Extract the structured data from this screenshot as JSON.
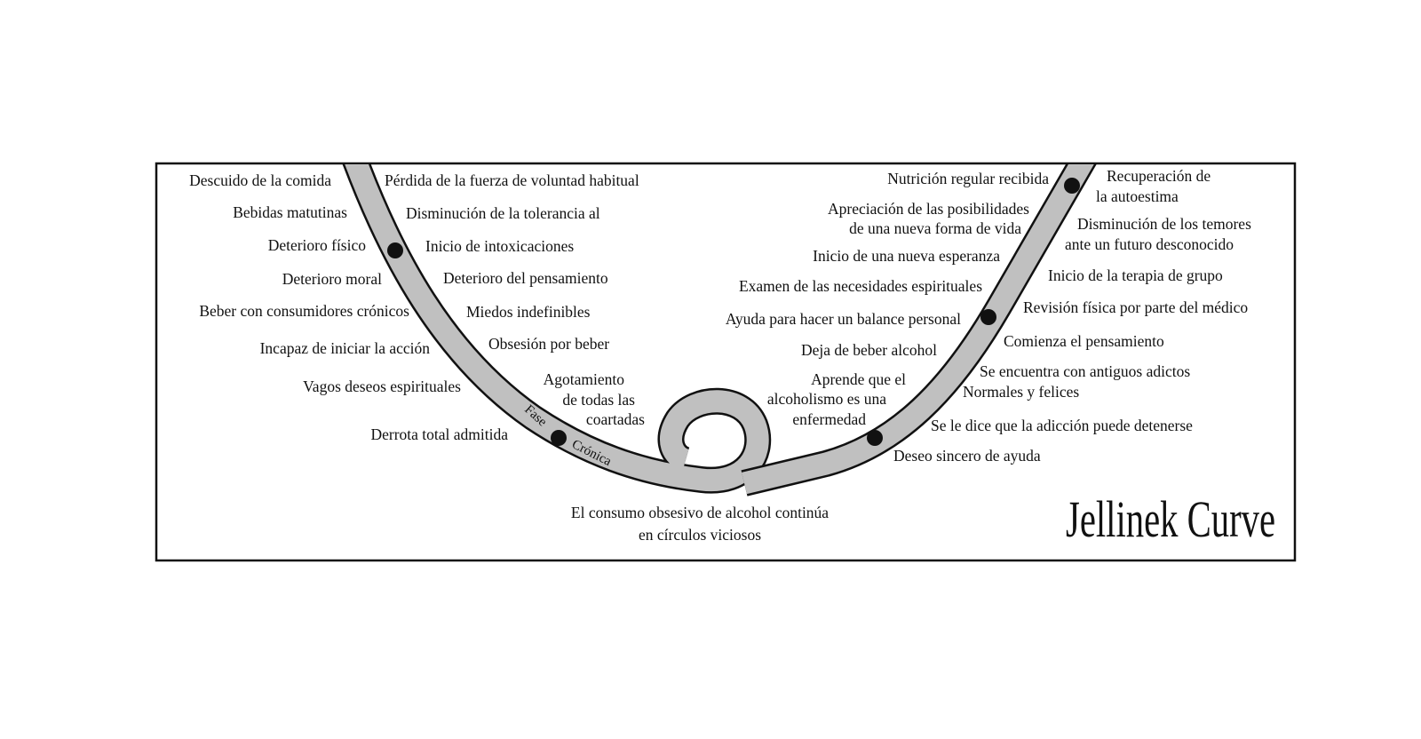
{
  "title": "Jellinek Curve",
  "band_color": "#c0c0c0",
  "phase": {
    "word1": "Fase",
    "word2": "Crónica"
  },
  "descent_left": [
    "Descuido de la comida",
    "Bebidas matutinas",
    "Deterioro físico",
    "Deterioro moral",
    "Beber con consumidores crónicos",
    "Incapaz de iniciar la acción",
    "Vagos deseos espirituales",
    "Derrota total admitida"
  ],
  "descent_right": [
    "Pérdida de la fuerza de voluntad habitual",
    "Disminución de la tolerancia al",
    "Inicio de intoxicaciones",
    "Deterioro del pensamiento",
    "Miedos indefinibles",
    "Obsesión por beber",
    [
      "Agotamiento",
      "de todas las",
      "coartadas"
    ]
  ],
  "bottom": [
    "El consumo obsesivo de alcohol continúa",
    "en círculos viciosos"
  ],
  "recovery_left": [
    "Nutrición regular recibida",
    [
      "Apreciación de las posibilidades",
      "de una nueva forma de vida"
    ],
    "Inicio de una nueva esperanza",
    "Examen de las necesidades espirituales",
    "Ayuda para hacer un balance personal",
    "Deja de beber alcohol",
    [
      "Aprende que el",
      "alcoholismo es una",
      "enfermedad"
    ]
  ],
  "recovery_right": [
    [
      "Recuperación de",
      "la autoestima"
    ],
    [
      "Disminución de los temores",
      "ante un futuro desconocido"
    ],
    "Inicio de la terapia de grupo",
    "Revisión física por parte del médico",
    "Comienza el pensamiento",
    [
      "Se encuentra con antiguos adictos",
      "Normales y felices"
    ],
    "Se le dice que la adicción puede detenerse",
    "Deseo sincero de ayuda"
  ]
}
